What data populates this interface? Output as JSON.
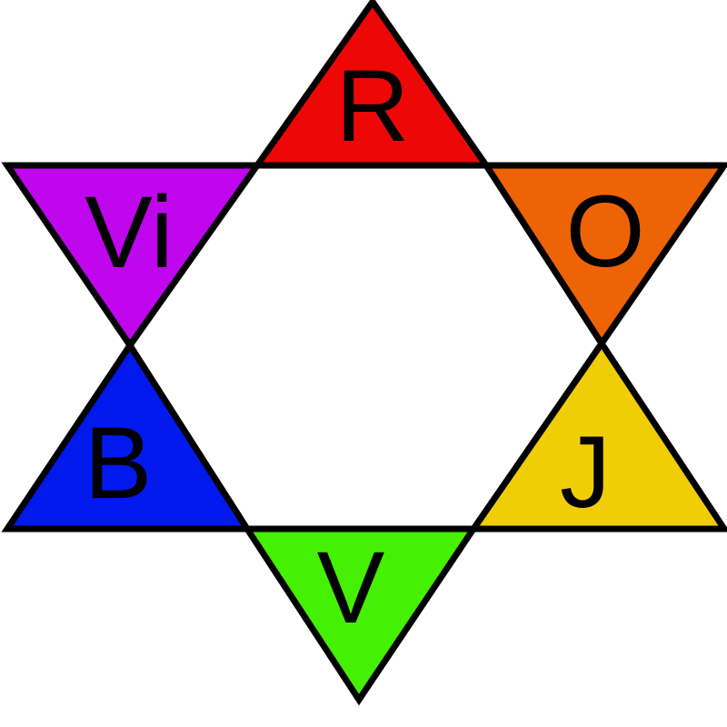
{
  "segments": [
    {
      "id": "red",
      "label": "R",
      "color": "#ee0707"
    },
    {
      "id": "orange",
      "label": "O",
      "color": "#ee6305"
    },
    {
      "id": "yellow",
      "label": "J",
      "color": "#efce07"
    },
    {
      "id": "green",
      "label": "V",
      "color": "#46f003"
    },
    {
      "id": "blue",
      "label": "B",
      "color": "#0219ee"
    },
    {
      "id": "violet",
      "label": "Vi",
      "color": "#bf06ed"
    }
  ]
}
